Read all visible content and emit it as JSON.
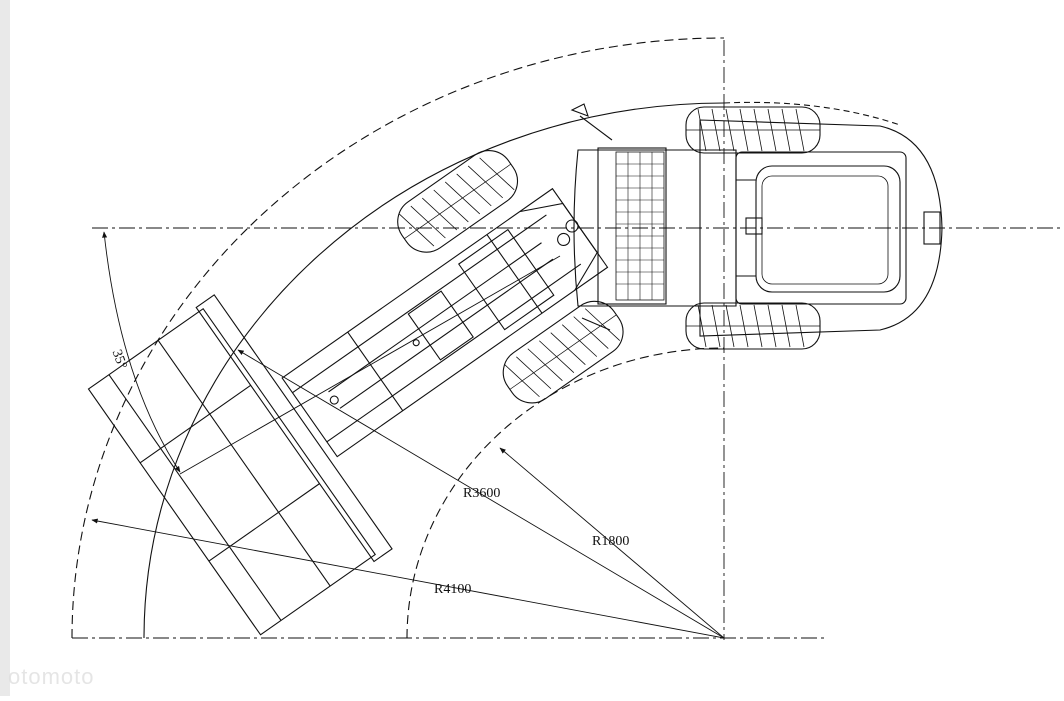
{
  "diagram": {
    "type": "turning-radius-top-view",
    "subject": "articulated wheel loader",
    "stroke_color": "#111111",
    "background_color": "#ffffff"
  },
  "dimensions": {
    "angle": "35°",
    "r_outer": "R4100",
    "r_bucket": "R3600",
    "r_inner": "R1800"
  },
  "watermark": "otomoto"
}
